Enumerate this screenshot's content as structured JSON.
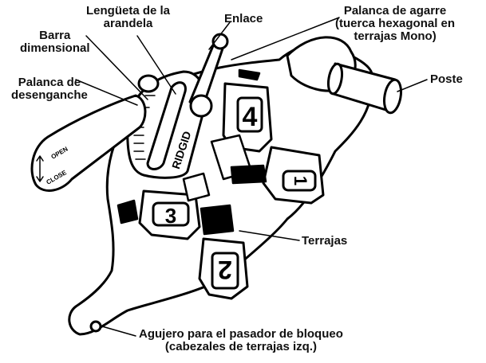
{
  "labels": {
    "washer_tab": [
      "Lengüeta de la",
      "arandela"
    ],
    "size_bar": [
      "Barra",
      "dimensional"
    ],
    "release_lever": [
      "Palanca de",
      "desenganche"
    ],
    "link": "Enlace",
    "grip_lever": [
      "Palanca de agarre",
      "(tuerca hexagonal en",
      "terrajas Mono)"
    ],
    "post": "Poste",
    "dies": "Terrajas",
    "lock_pin_hole": [
      "Agujero para el pasador de bloqueo",
      "(cabezales de terrajas izq.)"
    ]
  },
  "body_marks": {
    "brand": "RIDGID",
    "lever_open": "OPEN",
    "lever_close": "CLOSE",
    "die_numbers": [
      "4",
      "3",
      "2",
      "1"
    ]
  }
}
